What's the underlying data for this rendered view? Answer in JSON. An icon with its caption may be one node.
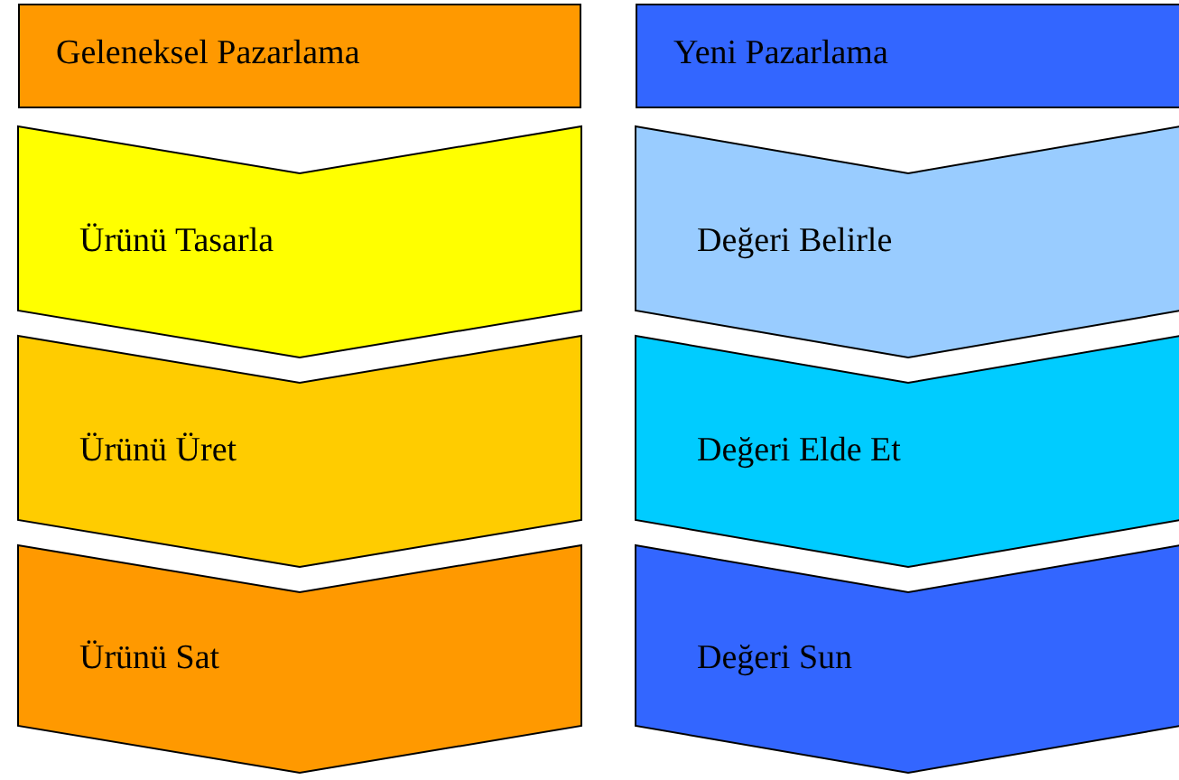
{
  "diagram": {
    "nodes": [
      {
        "text": [
          "Geleneksel Pazarlama"
        ]
      },
      {
        "text": [
          "Yeni Pazarlama"
        ]
      },
      {
        "text": [
          "Ürünü Tasarla"
        ]
      },
      {
        "text": [
          "Değeri Belirle"
        ]
      },
      {
        "text": [
          "Ürünü Üret"
        ]
      },
      {
        "text": [
          "Değeri Elde Et"
        ]
      },
      {
        "text": [
          "Ürünü Sat"
        ]
      },
      {
        "text": [
          "Değeri Sun"
        ]
      }
    ]
  }
}
